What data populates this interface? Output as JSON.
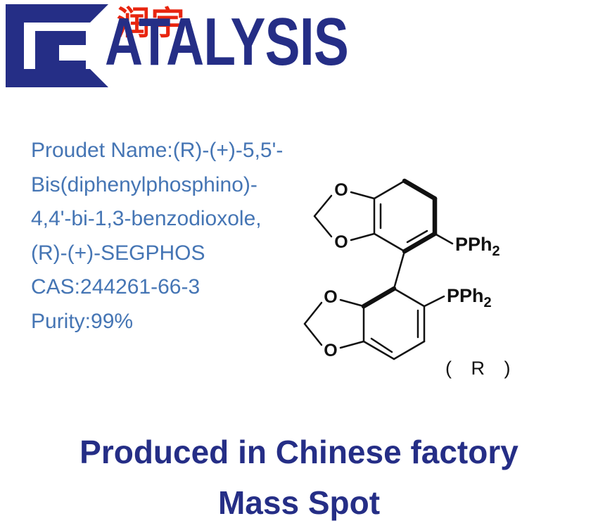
{
  "palette": {
    "navy": "#252e86",
    "red": "#e8250f",
    "info_blue": "#4575b4",
    "ink": "#111111"
  },
  "logo": {
    "chinese": "润宇",
    "brand": "ATALYSIS"
  },
  "product_info": {
    "lines": [
      "Proudet Name:(R)-(+)-5,5'-",
      "Bis(diphenylphosphino)-",
      "4,4'-bi-1,3-benzodioxole,",
      "(R)-(+)-SEGPHOS",
      "CAS:244261-66-3",
      "Purity:99%"
    ]
  },
  "structure": {
    "oxygen": "O",
    "phosphine": "PPh",
    "phosphine_sub": "2",
    "stereo": "( R )"
  },
  "footer": {
    "line1": "Produced in Chinese factory",
    "line2": "Mass Spot"
  }
}
